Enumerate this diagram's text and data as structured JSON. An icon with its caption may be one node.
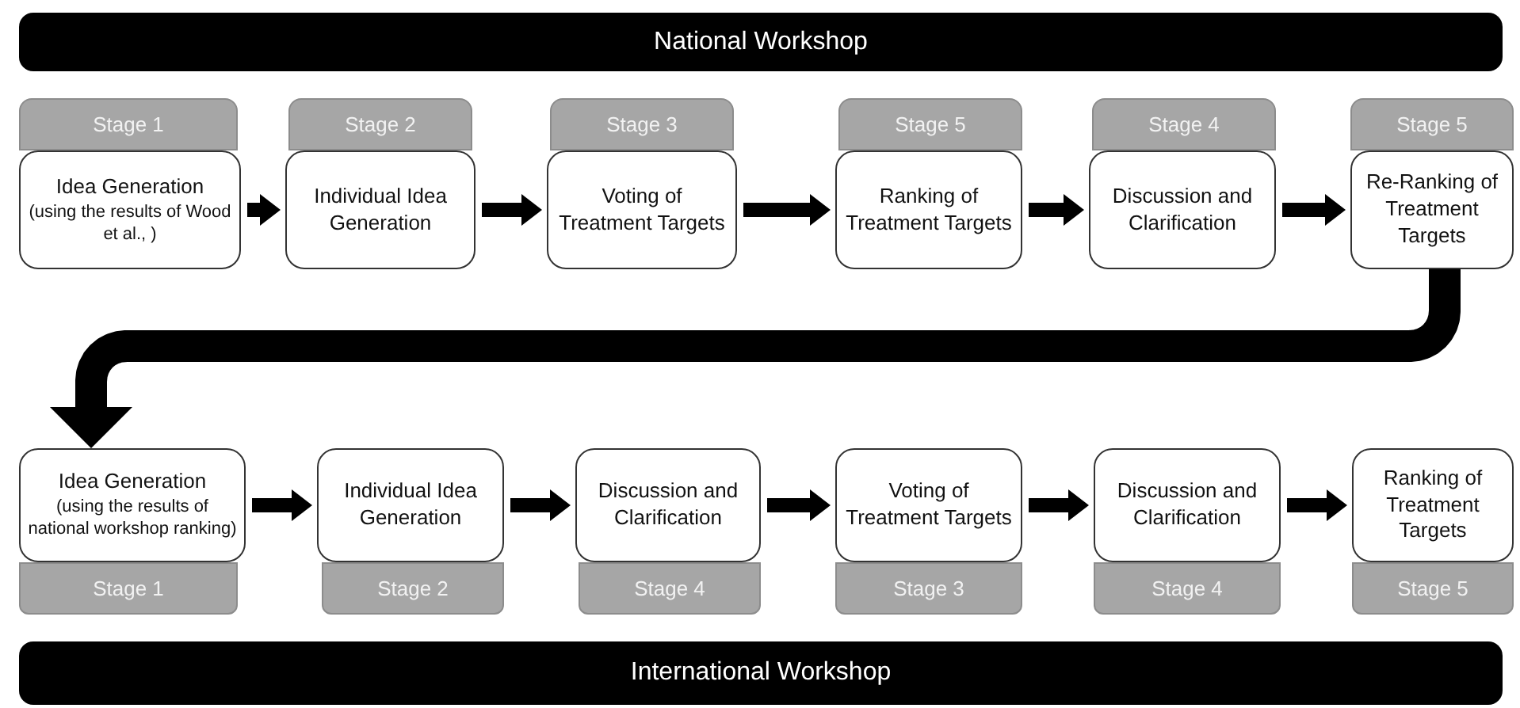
{
  "diagram": {
    "nodes": [
      {
        "text": [
          "National Workshop"
        ]
      },
      {
        "text": [
          "Stage 1"
        ]
      },
      {
        "text": [
          "Idea Generation",
          "(using the results of Wood et al., )"
        ]
      },
      {
        "text": [
          "Stage 2"
        ]
      },
      {
        "text": [
          "Individual Idea Generation"
        ]
      },
      {
        "text": [
          "Stage 3"
        ]
      },
      {
        "text": [
          "Voting of Treatment Targets"
        ]
      },
      {
        "text": [
          "Stage 5"
        ]
      },
      {
        "text": [
          "Ranking of Treatment Targets"
        ]
      },
      {
        "text": [
          "Stage 4"
        ]
      },
      {
        "text": [
          "Discussion and Clarification"
        ]
      },
      {
        "text": [
          "Stage 5"
        ]
      },
      {
        "text": [
          "Re-Ranking of Treatment Targets"
        ]
      },
      {
        "text": [
          "Idea Generation",
          "(using the results of national workshop ranking)"
        ]
      },
      {
        "text": [
          "Stage 1"
        ]
      },
      {
        "text": [
          "Individual Idea Generation"
        ]
      },
      {
        "text": [
          "Stage 2"
        ]
      },
      {
        "text": [
          "Discussion and Clarification"
        ]
      },
      {
        "text": [
          "Stage 4"
        ]
      },
      {
        "text": [
          "Voting of Treatment Targets"
        ]
      },
      {
        "text": [
          "Stage 3"
        ]
      },
      {
        "text": [
          "Discussion and Clarification"
        ]
      },
      {
        "text": [
          "Stage 4"
        ]
      },
      {
        "text": [
          "Ranking of Treatment Targets"
        ]
      },
      {
        "text": [
          "Stage 5"
        ]
      },
      {
        "text": [
          "International Workshop"
        ]
      }
    ],
    "edges": [
      {
        "from": 2,
        "to": 4,
        "arrow": "to"
      },
      {
        "from": 4,
        "to": 6,
        "arrow": "to"
      },
      {
        "from": 6,
        "to": 8,
        "arrow": "to"
      },
      {
        "from": 8,
        "to": 10,
        "arrow": "to"
      },
      {
        "from": 10,
        "to": 12,
        "arrow": "to"
      },
      {
        "from": 12,
        "to": 13,
        "arrow": "to",
        "style": "thick"
      },
      {
        "from": 13,
        "to": 15,
        "arrow": "to"
      },
      {
        "from": 15,
        "to": 17,
        "arrow": "to"
      },
      {
        "from": 17,
        "to": 19,
        "arrow": "to"
      },
      {
        "from": 19,
        "to": 21,
        "arrow": "to"
      },
      {
        "from": 21,
        "to": 23,
        "arrow": "to"
      }
    ]
  }
}
